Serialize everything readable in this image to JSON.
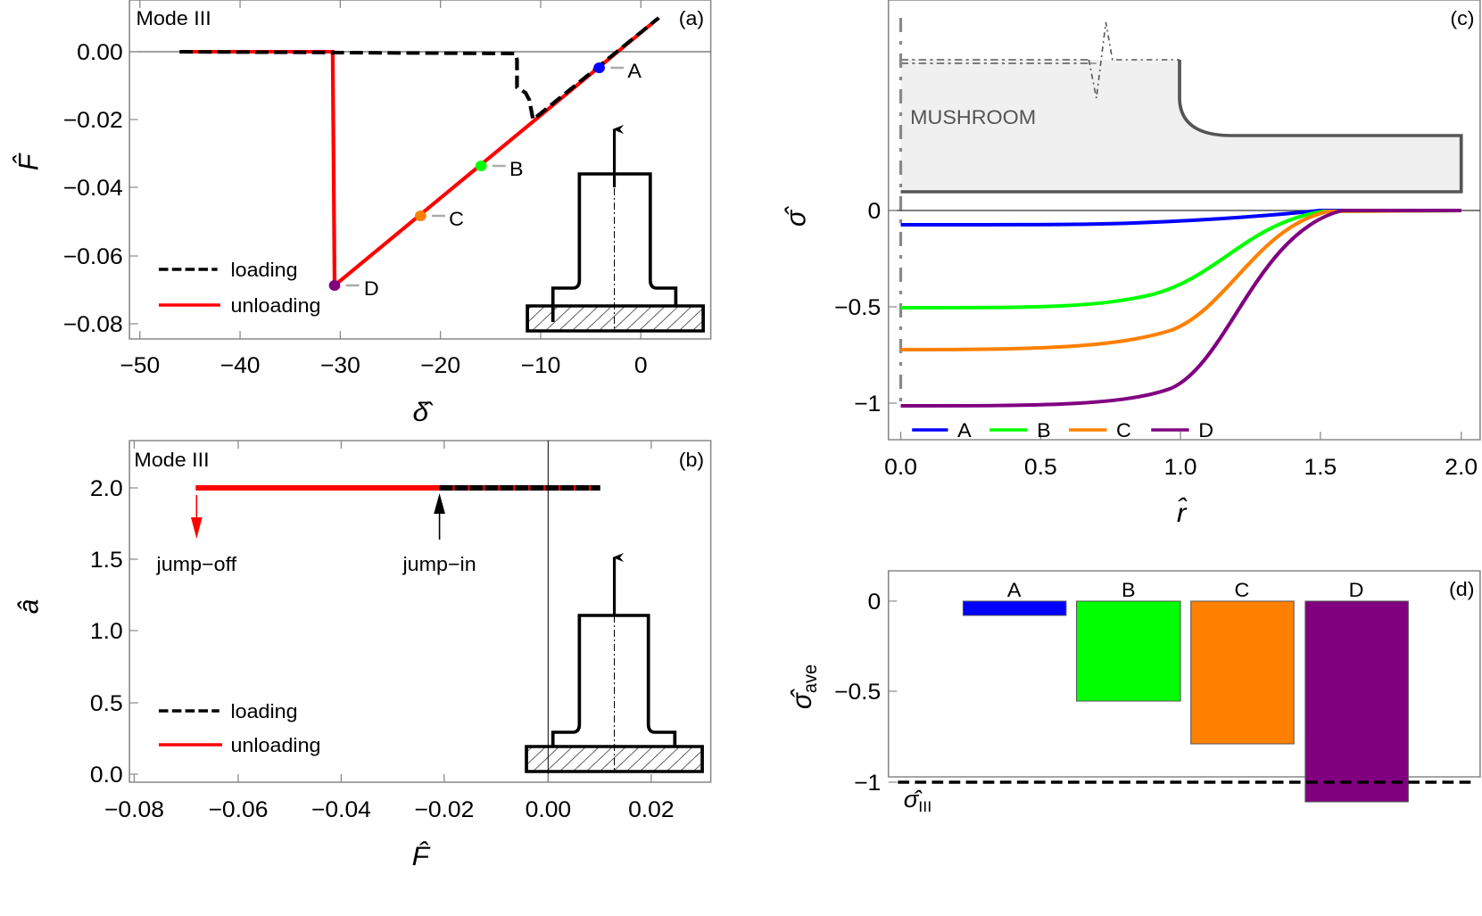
{
  "figure": {
    "panel_a": {
      "tag": "(a)",
      "mode_label": "Mode III",
      "xlabel": "δ̂",
      "ylabel": "F̂",
      "xticks": [
        "−50",
        "−40",
        "−30",
        "−20",
        "−10",
        "0"
      ],
      "yticks": [
        "0.00",
        "−0.02",
        "−0.04",
        "−0.06",
        "−0.08"
      ],
      "legend": {
        "loading": "loading",
        "unloading": "unloading"
      },
      "points": {
        "A": "A",
        "B": "B",
        "C": "C",
        "D": "D"
      }
    },
    "panel_b": {
      "tag": "(b)",
      "mode_label": "Mode III",
      "xlabel": "F̂",
      "ylabel": "â",
      "xticks": [
        "−0.08",
        "−0.06",
        "−0.04",
        "−0.02",
        "0.00",
        "0.02"
      ],
      "yticks": [
        "2.0",
        "1.5",
        "1.0",
        "0.5",
        "0.0"
      ],
      "legend": {
        "loading": "loading",
        "unloading": "unloading"
      },
      "annotations": {
        "jump_off": "jump−off",
        "jump_in": "jump−in"
      }
    },
    "panel_c": {
      "tag": "(c)",
      "xlabel": "r̂",
      "ylabel": "σ̂",
      "xticks": [
        "0.0",
        "0.5",
        "1.0",
        "1.5",
        "2.0"
      ],
      "yticks": [
        "0",
        "−0.5",
        "−1"
      ],
      "inset_label": "MUSHROOM",
      "legend": [
        "A",
        "B",
        "C",
        "D"
      ]
    },
    "panel_d": {
      "tag": "(d)",
      "ylabel": "σ̂ave",
      "ylabel_main": "σ̂",
      "ylabel_sub": "ave",
      "yticks": [
        "0",
        "−0.5",
        "−1"
      ],
      "bar_labels": [
        "A",
        "B",
        "C",
        "D"
      ],
      "ref_label_main": "σ̂",
      "ref_label_sub": "III"
    }
  },
  "colors": {
    "A": "#0000ff",
    "B": "#00ff00",
    "C": "#ff8000",
    "D": "#800080",
    "unloading": "#ff0000",
    "loading": "#000000",
    "inset_fill": "#f0f0f0",
    "inset_stroke": "#555555"
  },
  "chart_data": [
    {
      "panel": "a",
      "type": "line",
      "title": "Mode III",
      "xlabel": "δ̂",
      "ylabel": "F̂",
      "xlim": [
        -52,
        7
      ],
      "ylim": [
        -0.085,
        0.014
      ],
      "xticks": [
        -50,
        -40,
        -30,
        -20,
        -10,
        0
      ],
      "yticks": [
        0.0,
        -0.02,
        -0.04,
        -0.06,
        -0.08
      ],
      "legend_position": "lower left",
      "series": [
        {
          "name": "loading",
          "style": "dashed black",
          "x": [
            -46.5,
            -20,
            -13.5,
            -12.5,
            -12.2,
            -11.2,
            -10.8,
            -10.8,
            -4.2,
            2
          ],
          "y": [
            0.0,
            0.0,
            -0.0005,
            -0.002,
            -0.01,
            -0.012,
            -0.015,
            -0.021,
            -0.0045,
            0.01
          ]
        },
        {
          "name": "unloading",
          "style": "solid red",
          "x": [
            2,
            -4.2,
            -10.8,
            -15.9,
            -22.0,
            -30.6,
            -30.6,
            -46.5
          ],
          "y": [
            0.01,
            -0.0045,
            -0.021,
            -0.034,
            -0.048,
            -0.069,
            0.0,
            0.0
          ]
        }
      ],
      "points": [
        {
          "label": "A",
          "x": -4.2,
          "y": -0.0045,
          "color": "#0000ff"
        },
        {
          "label": "B",
          "x": -15.9,
          "y": -0.034,
          "color": "#00ff00"
        },
        {
          "label": "C",
          "x": -22.0,
          "y": -0.048,
          "color": "#ff8000"
        },
        {
          "label": "D",
          "x": -30.6,
          "y": -0.069,
          "color": "#800080"
        }
      ],
      "inset": "mushroom pillar on hatched substrate, upward arrow"
    },
    {
      "panel": "b",
      "type": "line",
      "title": "Mode III",
      "xlabel": "F̂",
      "ylabel": "â",
      "xlim": [
        -0.085,
        0.032
      ],
      "ylim": [
        -0.05,
        2.3
      ],
      "xticks": [
        -0.08,
        -0.06,
        -0.04,
        -0.02,
        0.0,
        0.02
      ],
      "yticks": [
        2.0,
        1.5,
        1.0,
        0.5,
        0.0
      ],
      "legend_position": "lower left",
      "series": [
        {
          "name": "loading",
          "style": "dashed black",
          "x": [
            -0.021,
            0.01
          ],
          "y": [
            2.0,
            2.0
          ]
        },
        {
          "name": "unloading",
          "style": "solid red",
          "x": [
            -0.069,
            0.01
          ],
          "y": [
            2.0,
            2.0
          ]
        }
      ],
      "annotations": [
        {
          "text": "jump−off",
          "x": -0.069,
          "arrow": "down",
          "color": "#ff0000"
        },
        {
          "text": "jump−in",
          "x": -0.021,
          "arrow": "up",
          "color": "#000000"
        }
      ]
    },
    {
      "panel": "c",
      "type": "line",
      "xlabel": "r̂",
      "ylabel": "σ̂",
      "xlim": [
        -0.03,
        2.03
      ],
      "ylim": [
        -1.2,
        1.1
      ],
      "xticks": [
        0.0,
        0.5,
        1.0,
        1.5,
        2.0
      ],
      "yticks": [
        0,
        -0.5,
        -1
      ],
      "legend_position": "bottom",
      "series": [
        {
          "name": "A",
          "color": "#0000ff",
          "x": [
            0,
            0.5,
            0.8,
            1.0,
            1.2,
            1.4,
            1.55,
            2.0
          ],
          "y": [
            -0.07,
            -0.07,
            -0.068,
            -0.06,
            -0.04,
            -0.012,
            0.0,
            0.0
          ]
        },
        {
          "name": "B",
          "color": "#00ff00",
          "x": [
            0,
            0.5,
            0.8,
            1.0,
            1.2,
            1.35,
            1.5,
            1.6,
            2.0
          ],
          "y": [
            -0.51,
            -0.505,
            -0.48,
            -0.41,
            -0.26,
            -0.1,
            -0.01,
            0.0,
            0.0
          ]
        },
        {
          "name": "C",
          "color": "#ff8000",
          "x": [
            0,
            0.5,
            0.8,
            1.0,
            1.2,
            1.35,
            1.5,
            1.6,
            2.0
          ],
          "y": [
            -0.73,
            -0.72,
            -0.69,
            -0.61,
            -0.42,
            -0.18,
            -0.02,
            0.005,
            0.0
          ]
        },
        {
          "name": "D",
          "color": "#800080",
          "x": [
            0,
            0.5,
            0.8,
            1.0,
            1.2,
            1.35,
            1.5,
            1.65,
            2.0
          ],
          "y": [
            -1.02,
            -1.01,
            -0.97,
            -0.87,
            -0.6,
            -0.27,
            -0.03,
            0.01,
            0.0
          ]
        }
      ],
      "inset": "MUSHROOM profile cross-section (r̂ from 0 to 2)"
    },
    {
      "panel": "d",
      "type": "bar",
      "ylabel": "σ̂ave",
      "ylim": [
        -1.15,
        0.17
      ],
      "yticks": [
        0,
        -0.5,
        -1
      ],
      "categories": [
        "A",
        "B",
        "C",
        "D"
      ],
      "values": [
        -0.08,
        -0.55,
        -0.79,
        -1.11
      ],
      "colors": [
        "#0000ff",
        "#00ff00",
        "#ff8000",
        "#800080"
      ],
      "reference_line": {
        "y": -1.0,
        "label": "σ̂III",
        "style": "dashed black"
      }
    }
  ]
}
